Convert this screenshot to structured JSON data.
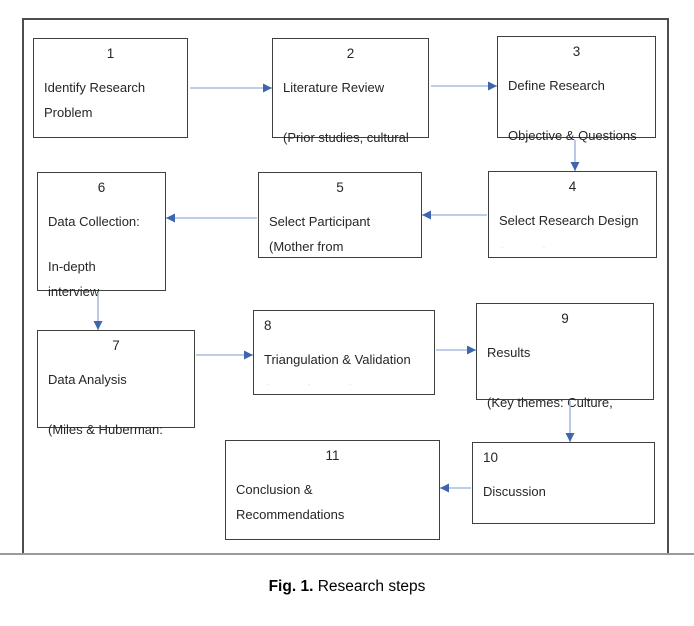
{
  "figure": {
    "caption_label": "Fig. 1.",
    "caption_text": " Research steps"
  },
  "colors": {
    "arrow_line": "#a9bddf",
    "arrow_head": "#3e66ad",
    "box_border": "#3f3f3f",
    "outer_border": "#4d4d4d"
  },
  "boxes": [
    {
      "number": "1",
      "lines": [
        "Identify Research",
        "Problem"
      ]
    },
    {
      "number": "2",
      "lines": [
        "Literature Review",
        "",
        "(Prior studies, cultural"
      ]
    },
    {
      "number": "3",
      "lines": [
        "Define Research",
        "",
        "Objective & Questions"
      ]
    },
    {
      "number": "4",
      "lines": [
        "Select Research Design"
      ],
      "remnant": "· ·"
    },
    {
      "number": "5",
      "lines": [
        "Select Participant",
        "(Mother from"
      ]
    },
    {
      "number": "6",
      "lines": [
        "Data Collection:",
        "",
        "In-depth",
        "interview"
      ]
    },
    {
      "number": "7",
      "lines": [
        "Data Analysis",
        "",
        "(Miles & Huberman:"
      ]
    },
    {
      "number": "8",
      "lines": [
        "Triangulation & Validation"
      ],
      "remnant": "· · ·"
    },
    {
      "number": "9",
      "lines": [
        "Results",
        "",
        "(Key themes: Culture,"
      ]
    },
    {
      "number": "10",
      "lines": [
        "Discussion"
      ]
    },
    {
      "number": "11",
      "lines": [
        "Conclusion &",
        "Recommendations"
      ]
    }
  ]
}
